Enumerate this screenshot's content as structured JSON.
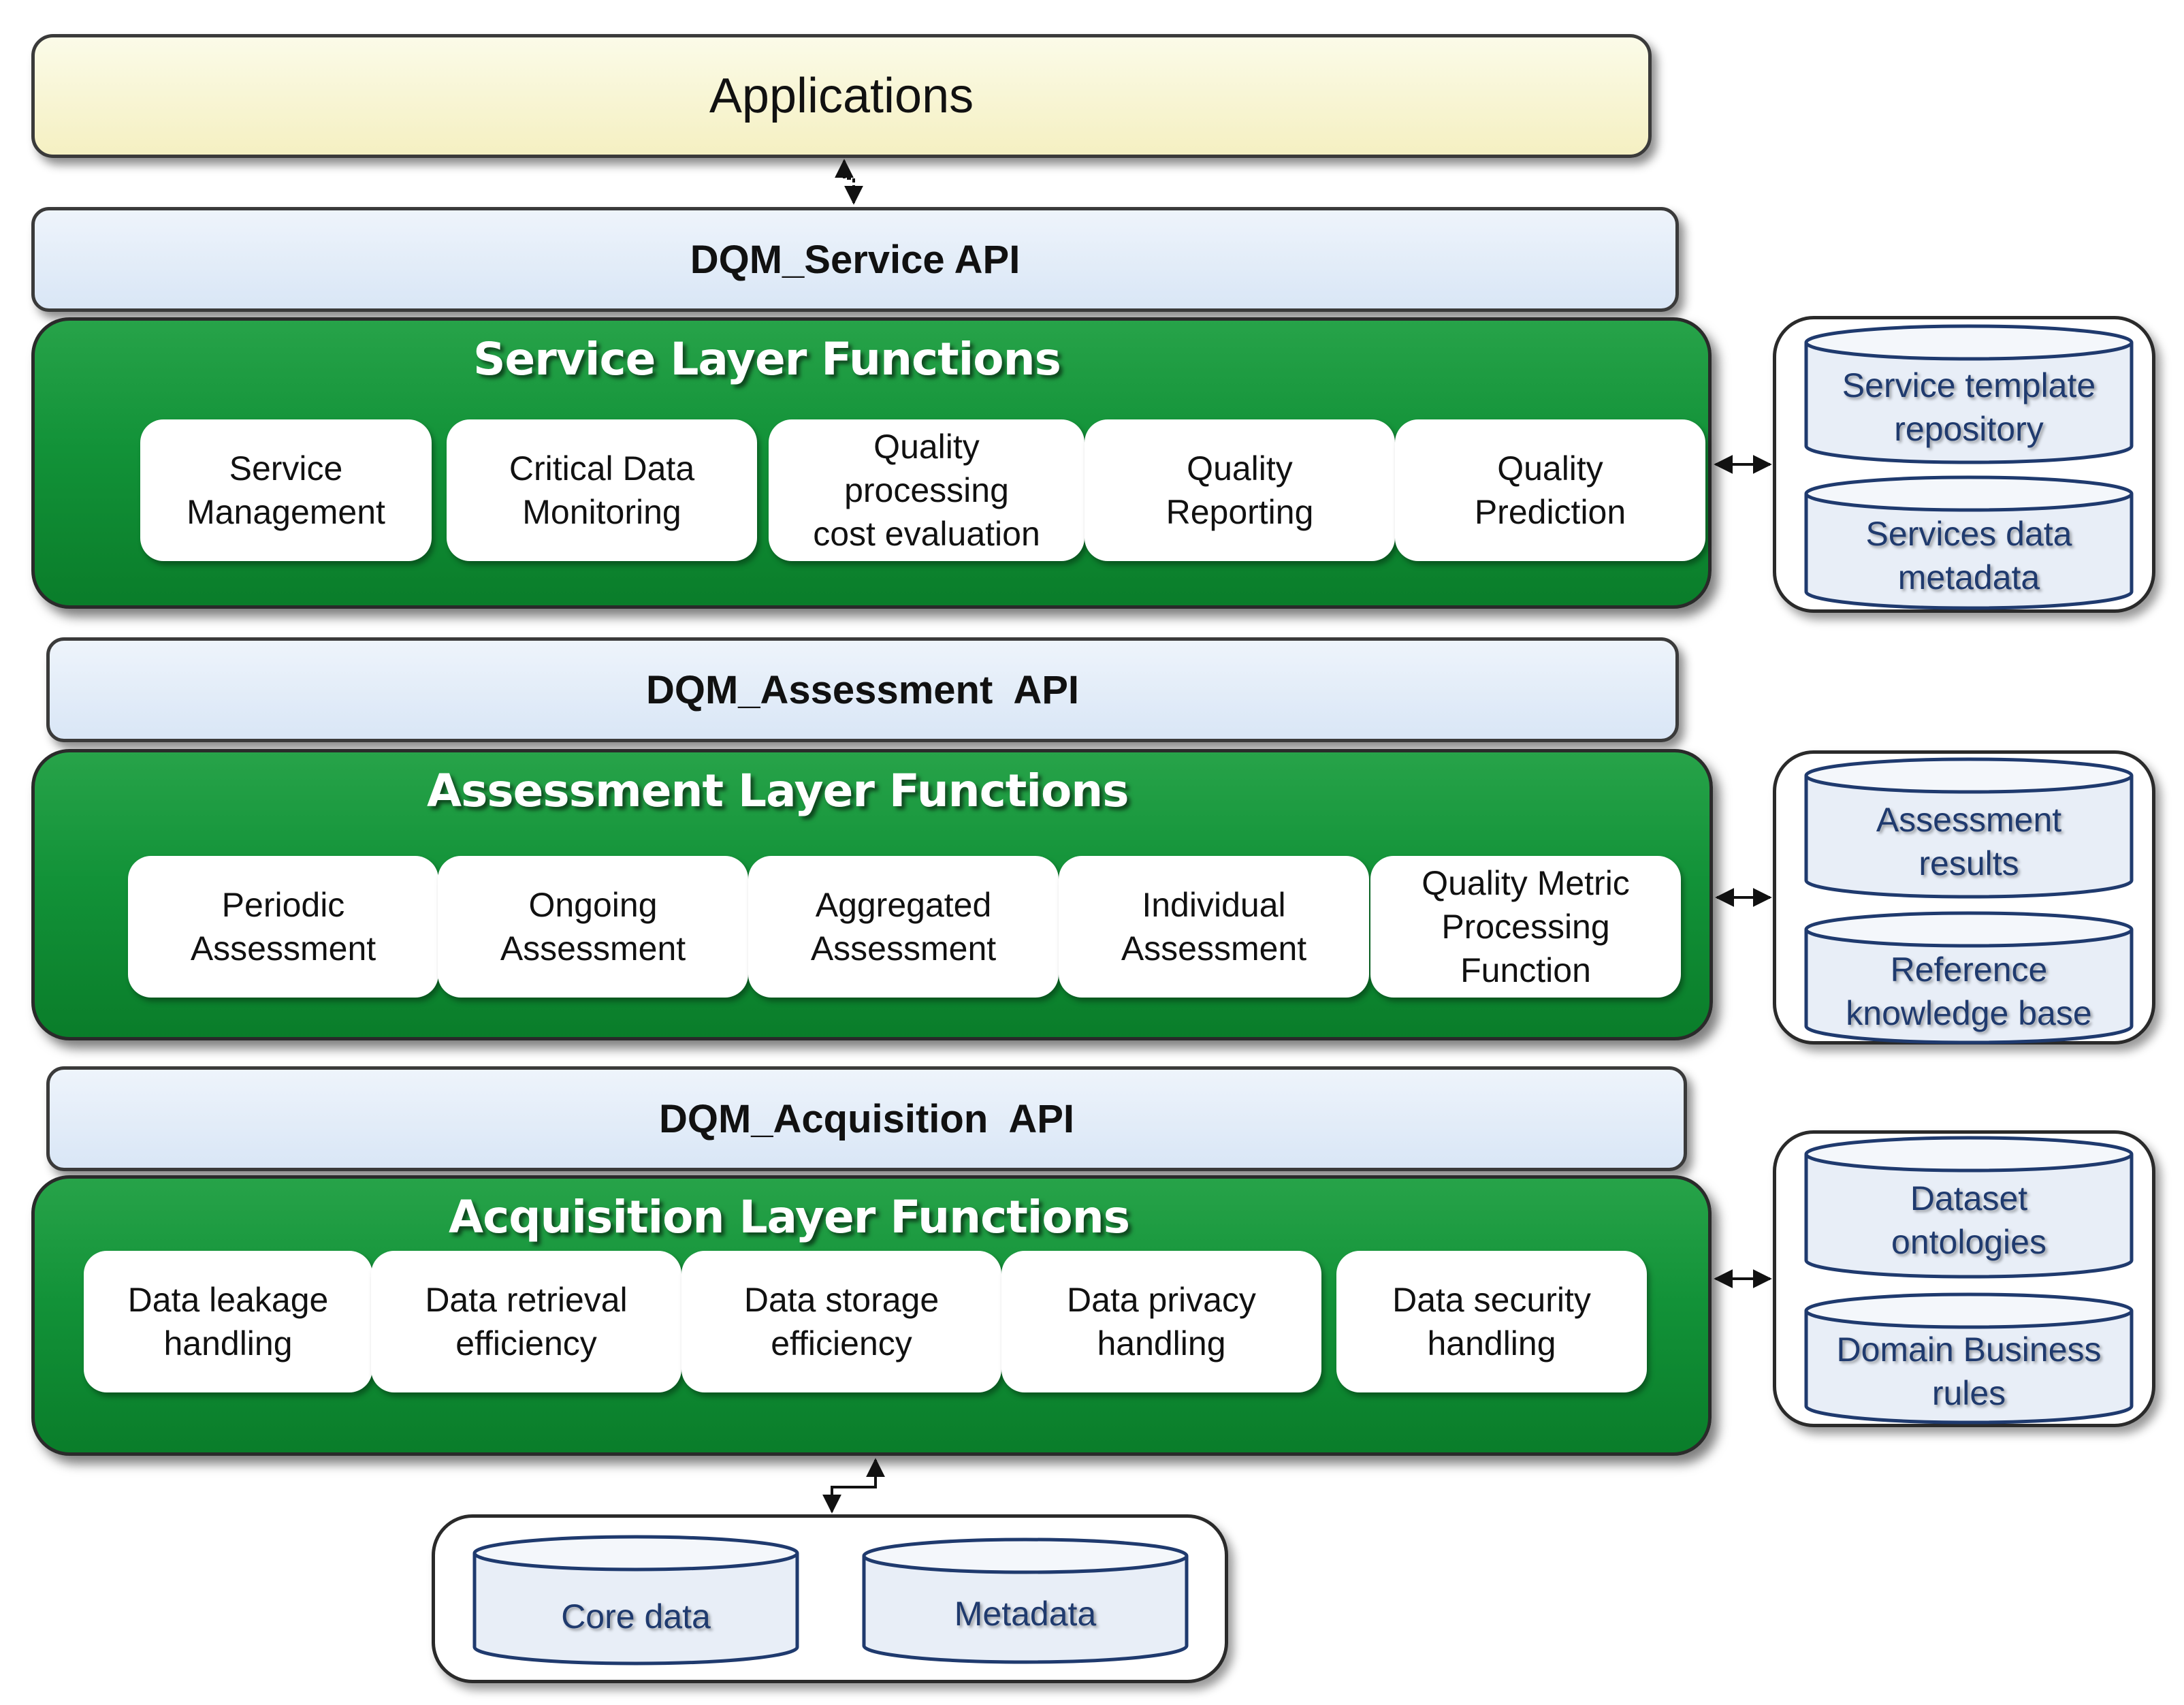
{
  "applications": {
    "label": "Applications"
  },
  "apis": {
    "service": "DQM_Service API",
    "assessment": "DQM_Assessment  API",
    "acquisition": "DQM_Acquisition  API"
  },
  "service_layer": {
    "title": "Service Layer Functions",
    "functions": [
      "Service\nManagement",
      "Critical Data\nMonitoring",
      "Quality\nprocessing\ncost evaluation",
      "Quality\nReporting",
      "Quality\nPrediction"
    ],
    "stores": [
      "Service template\nrepository",
      "Services data\nmetadata"
    ]
  },
  "assessment_layer": {
    "title": "Assessment Layer Functions",
    "functions": [
      "Periodic\nAssessment",
      "Ongoing\nAssessment",
      "Aggregated\nAssessment",
      "Individual\nAssessment",
      "Quality Metric\nProcessing\nFunction"
    ],
    "stores": [
      "Assessment\nresults",
      "Reference\nknowledge base"
    ]
  },
  "acquisition_layer": {
    "title": "Acquisition Layer Functions",
    "functions": [
      "Data leakage\nhandling",
      "Data retrieval\nefficiency",
      "Data storage\nefficiency",
      "Data privacy\nhandling",
      "Data security\nhandling"
    ],
    "stores": [
      "Dataset\nontologies",
      "Domain Business\nrules"
    ]
  },
  "data_sources": {
    "stores": [
      "Core data",
      "Metadata"
    ]
  },
  "colors": {
    "layer_green": "#129238",
    "api_blue": "#d9e6f6",
    "applications_yellow": "#f5f0c2",
    "store_text": "#1f3a6e"
  }
}
